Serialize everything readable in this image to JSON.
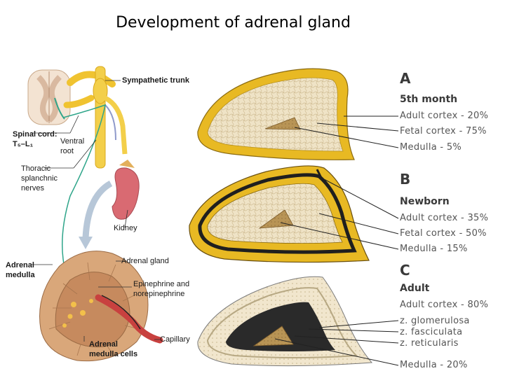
{
  "title": "Development of adrenal gland",
  "left_diagram": {
    "sympathetic_trunk": "Sympathetic trunk",
    "spinal_cord_line1": "Spinal cord:",
    "spinal_cord_line2": "T₅–L₁",
    "ventral_root_line1": "Ventral",
    "ventral_root_line2": "root",
    "thoracic_line1": "Thoracic",
    "thoracic_line2": "splanchnic",
    "thoracic_line3": "nerves",
    "kidney": "Kidney",
    "adrenal_gland": "Adrenal gland",
    "adrenal_medulla_line1": "Adrenal",
    "adrenal_medulla_line2": "medulla",
    "epinephrine_line1": "Epinephrine and",
    "epinephrine_line2": "norepinephrine",
    "capillary": "Capillary",
    "medulla_cells_line1": "Adrenal",
    "medulla_cells_line2": "medulla cells"
  },
  "panels": [
    {
      "letter": "A",
      "stage": "5th month",
      "labels": [
        "Adult cortex - 20%",
        "Fetal cortex - 75%",
        "Medulla - 5%"
      ]
    },
    {
      "letter": "B",
      "stage": "Newborn",
      "labels": [
        "Adult cortex - 35%",
        "Fetal cortex - 50%",
        "Medulla - 15%"
      ]
    },
    {
      "letter": "C",
      "stage": "Adult",
      "labels": [
        "Adult cortex - 80%",
        "z. glomerulosa",
        "z. fasciculata",
        "z. reticularis",
        "Medulla - 20%"
      ]
    }
  ],
  "colors": {
    "cortex_yellow": "#e8b923",
    "fetal_tan": "#efe3c6",
    "medulla_brown": "#b89455",
    "dark_zone": "#2a2a2a"
  }
}
